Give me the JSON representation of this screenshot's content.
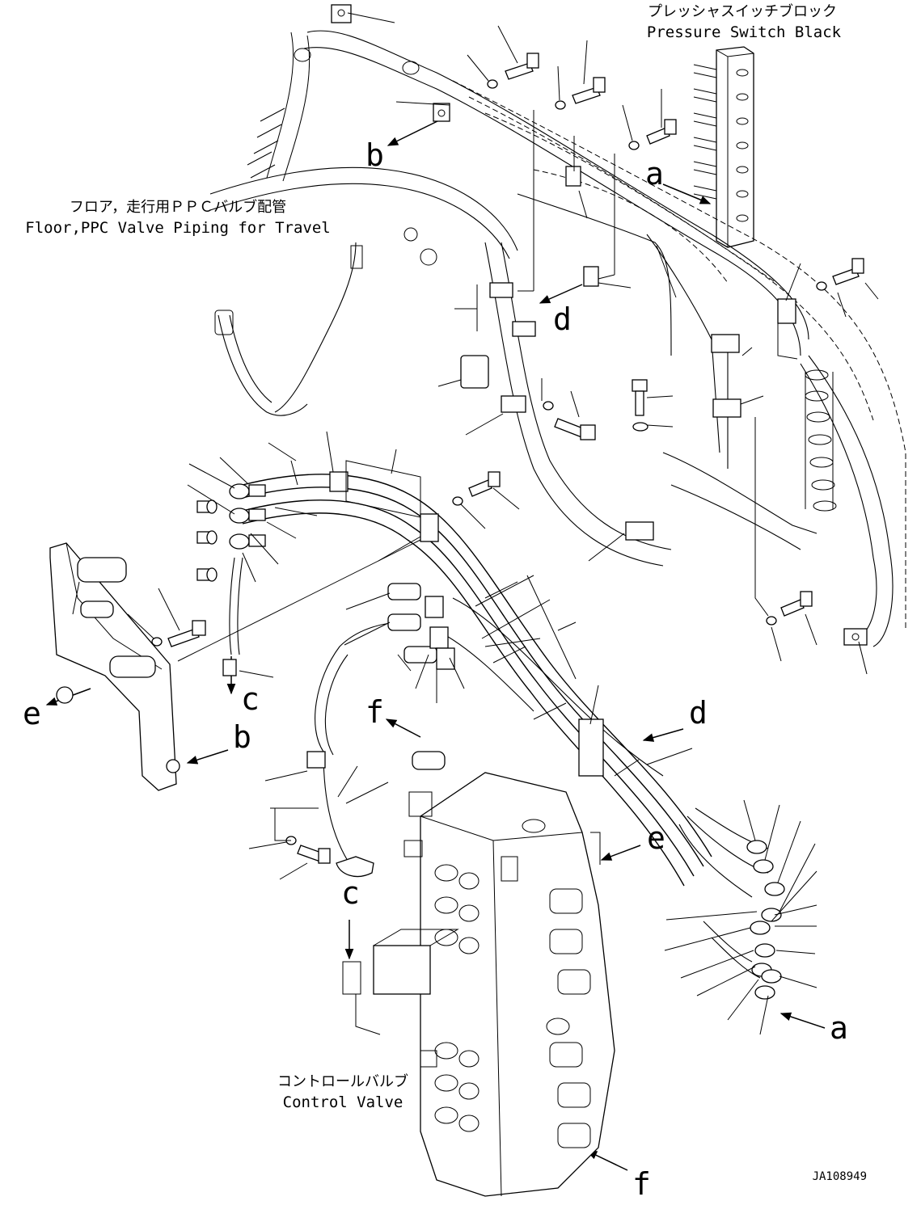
{
  "labels": {
    "pressure_switch_jp": "プレッシャスイッチブロック",
    "pressure_switch_en": "Pressure Switch Black",
    "floor_ppc_jp": "フロア，走行用ＰＰＣバルブ配管",
    "floor_ppc_en": "Floor,PPC Valve Piping for Travel",
    "control_valve_jp": "コントロールバルブ",
    "control_valve_en": "Control Valve",
    "drawing_number": "JA108949"
  },
  "callouts": {
    "a1": "a",
    "a2": "a",
    "b1": "b",
    "b2": "b",
    "c1": "c",
    "c2": "c",
    "d1": "d",
    "d2": "d",
    "e1": "e",
    "e2": "e",
    "f1": "f",
    "f2": "f"
  }
}
